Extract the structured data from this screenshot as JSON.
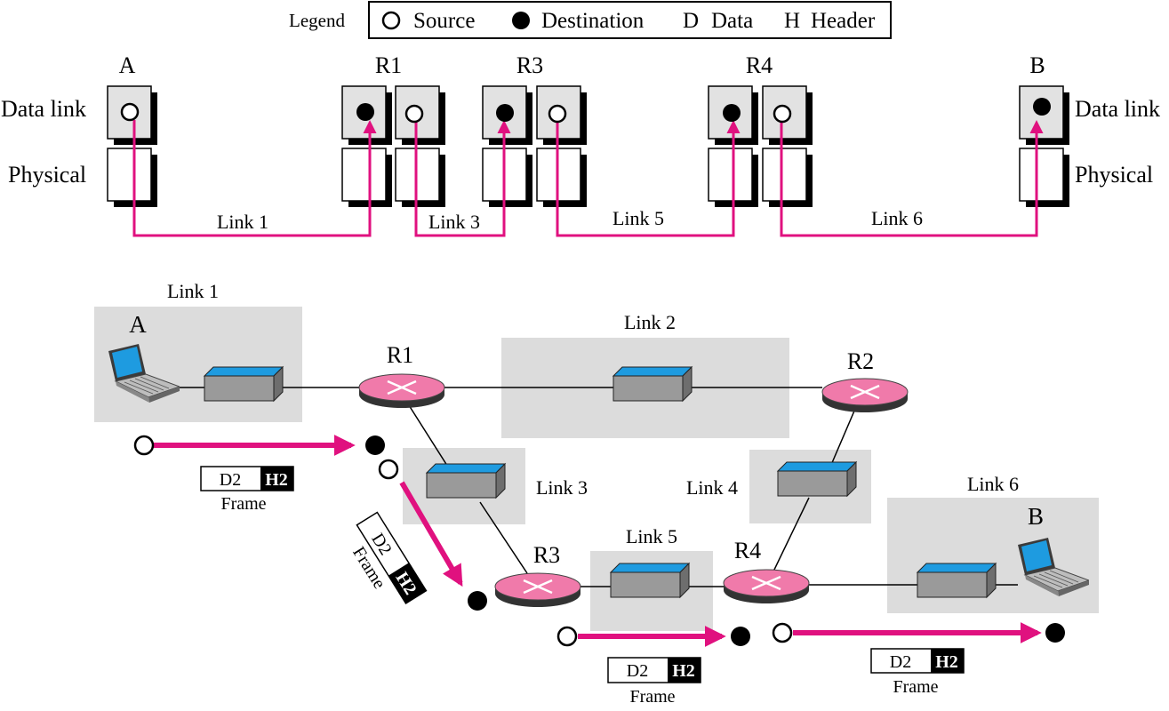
{
  "legend": {
    "title": "Legend",
    "items": [
      {
        "symbol": "Source",
        "open": true,
        "text": "Source"
      },
      {
        "symbol": "Destination",
        "open": false,
        "text": "Destination"
      },
      {
        "symbol": "D",
        "text": "Data"
      },
      {
        "symbol": "H",
        "text": "Header"
      }
    ]
  },
  "layers": {
    "top": "Data link",
    "bottom": "Physical"
  },
  "stack_nodes": [
    "A",
    "R1",
    "R3",
    "R4",
    "B"
  ],
  "stack_links": [
    "Link 1",
    "Link 3",
    "Link 5",
    "Link 6"
  ],
  "network": {
    "hosts": [
      "A",
      "B"
    ],
    "routers": [
      "R1",
      "R2",
      "R3",
      "R4"
    ],
    "links": [
      "Link 1",
      "Link 2",
      "Link 3",
      "Link 4",
      "Link 5",
      "Link 6"
    ]
  },
  "frame": {
    "data": "D2",
    "header": "H2",
    "caption": "Frame"
  },
  "colors": {
    "arrow": "#E0117F",
    "router": "#F07AAA",
    "switch_top": "#1E9BE0",
    "shade": "#DCDCDC"
  }
}
